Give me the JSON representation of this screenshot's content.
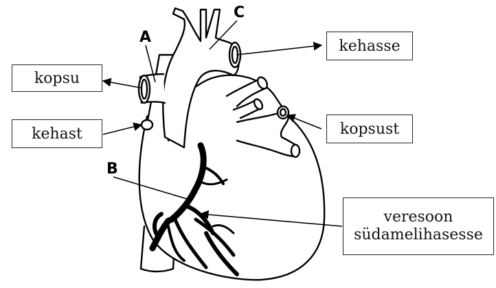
{
  "labels": {
    "kopsu": "kopsu",
    "kehast": "kehast",
    "kehasse": "kehasse",
    "kopsust": "kopsust",
    "veresoon_line1": "veresoon",
    "veresoon_line2": "südamelihasesse"
  },
  "letters": {
    "a": "A",
    "b": "B",
    "c": "C"
  }
}
